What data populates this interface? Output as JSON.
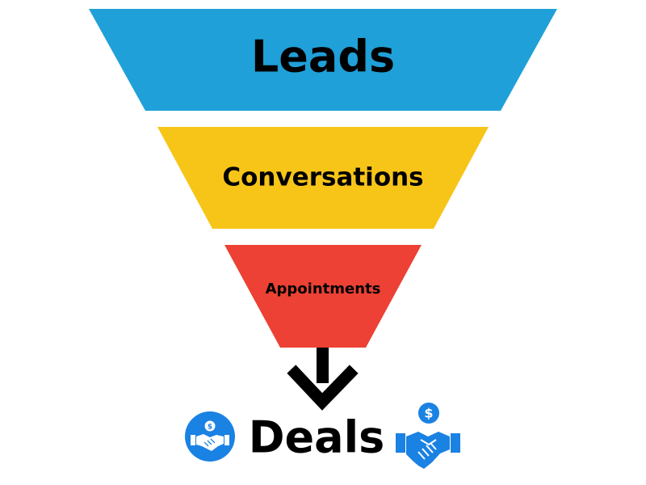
{
  "funnel": {
    "stages": [
      {
        "label": "Leads",
        "color": "#1fa0d8"
      },
      {
        "label": "Conversations",
        "color": "#f7c518"
      },
      {
        "label": "Appointments",
        "color": "#ec4134"
      }
    ]
  },
  "outcome": {
    "label": "Deals",
    "arrow": "down-arrow-icon",
    "left_icon": "handshake-dollar-circle-icon",
    "right_icon": "handshake-dollar-icon",
    "icon_color": "#1a82e2"
  }
}
